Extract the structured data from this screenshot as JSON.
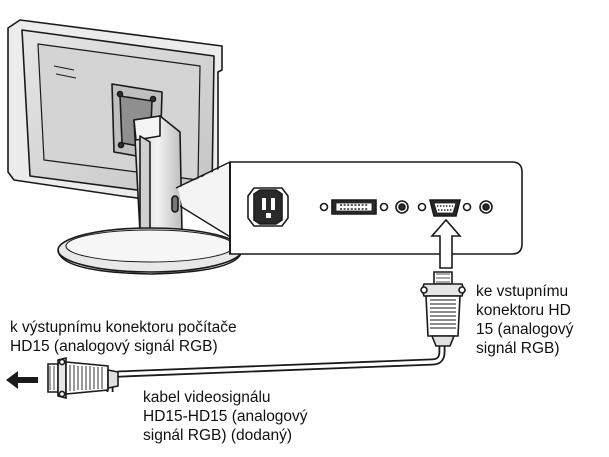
{
  "labels": {
    "monitor_input": [
      "ke vstupnímu",
      "konektoru HD",
      "15 (analogový",
      "signál RGB)"
    ],
    "computer_output": [
      "k výstupnímu konektoru počítače",
      "HD15 (analogový signál RGB)"
    ],
    "cable": [
      "kabel videosignálu",
      "HD15-HD15 (analogový",
      "signál RGB) (dodaný)"
    ]
  }
}
